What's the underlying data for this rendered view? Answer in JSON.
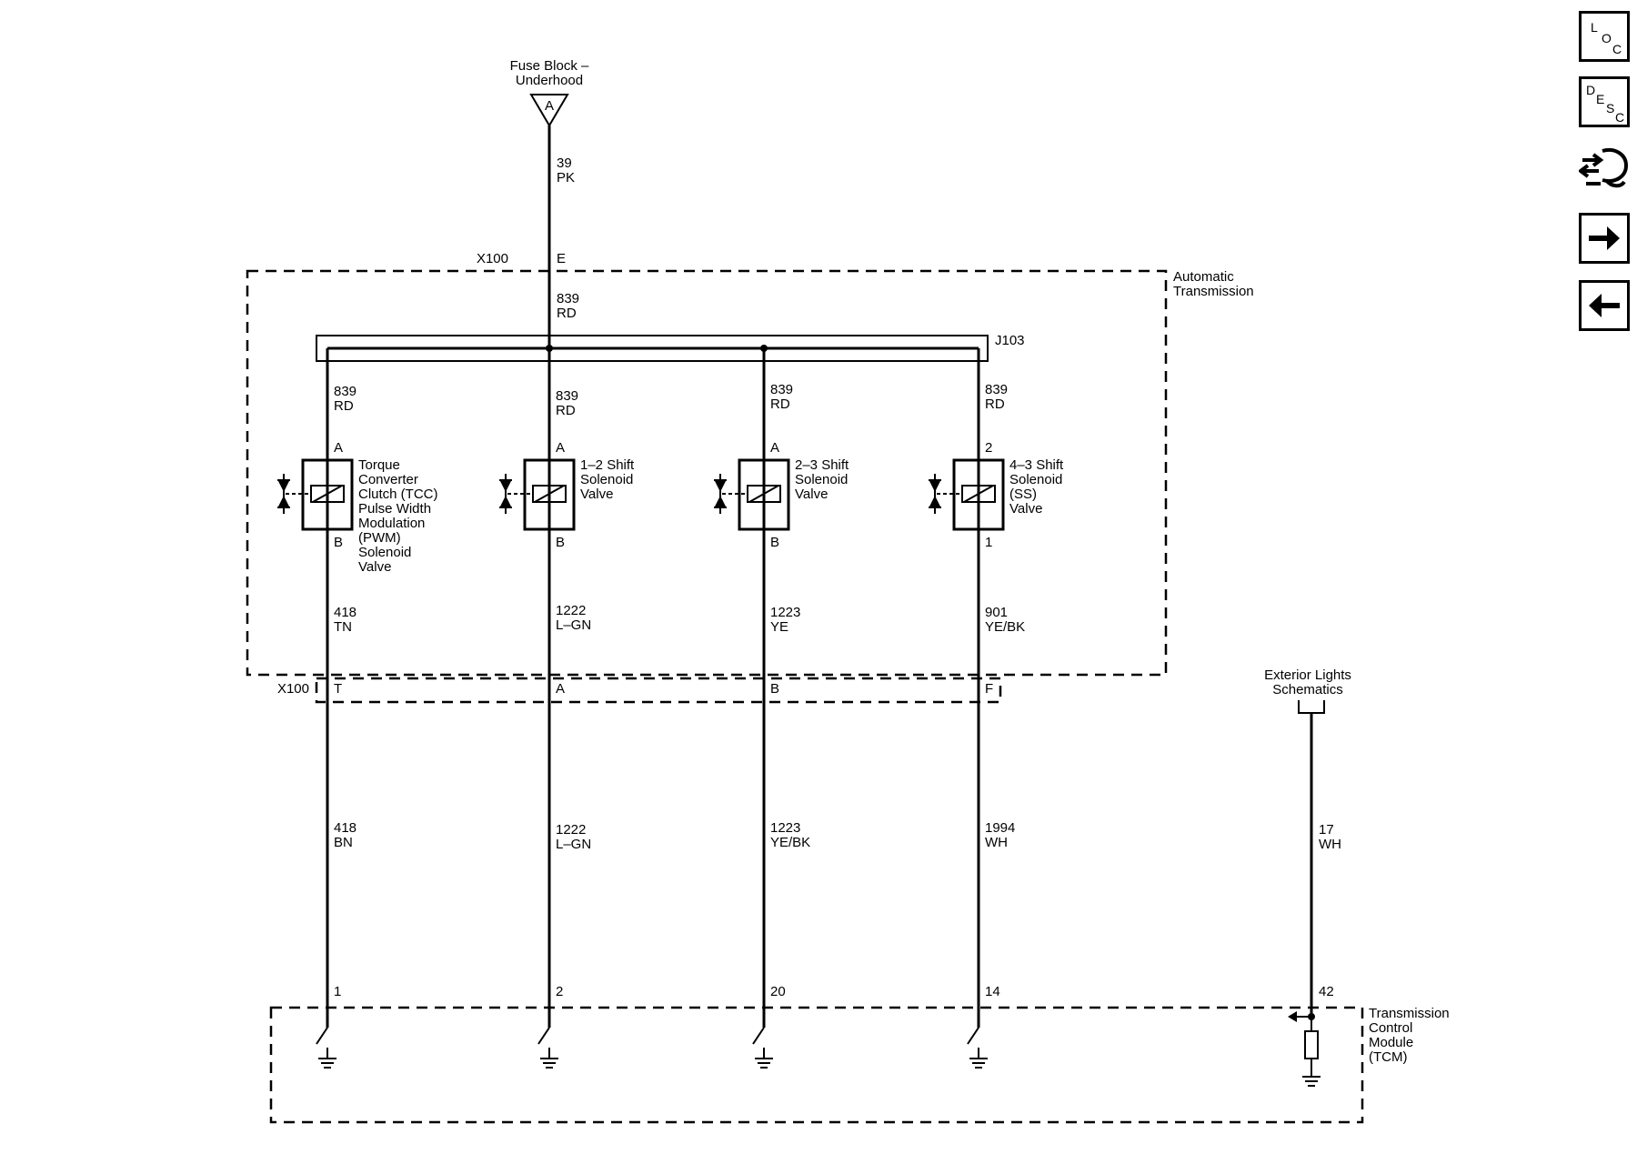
{
  "source": {
    "label_line1": "Fuse Block –",
    "label_line2": "Underhood",
    "pin": "A",
    "circuit": "39",
    "color": "PK"
  },
  "x100_top": {
    "name": "X100",
    "pin": "E"
  },
  "feed": {
    "circuit": "839",
    "color": "RD"
  },
  "splice": {
    "name": "J103"
  },
  "trans_box": {
    "line1": "Automatic",
    "line2": "Transmission"
  },
  "solenoids": [
    {
      "top_circuit": "839",
      "top_color": "RD",
      "pin_top": "A",
      "pin_bottom": "B",
      "name_lines": [
        "Torque",
        "Converter",
        "Clutch (TCC)",
        "Pulse Width",
        "Modulation",
        "(PWM)",
        "Solenoid",
        "Valve"
      ],
      "out_circuit": "418",
      "out_color": "TN",
      "x100_pin": "T",
      "harness_circuit": "418",
      "harness_color": "BN",
      "tcm_pin": "1"
    },
    {
      "top_circuit": "839",
      "top_color": "RD",
      "pin_top": "A",
      "pin_bottom": "B",
      "name_lines": [
        "1–2 Shift",
        "Solenoid",
        "Valve"
      ],
      "out_circuit": "1222",
      "out_color": "L–GN",
      "x100_pin": "A",
      "harness_circuit": "1222",
      "harness_color": "L–GN",
      "tcm_pin": "2"
    },
    {
      "top_circuit": "839",
      "top_color": "RD",
      "pin_top": "A",
      "pin_bottom": "B",
      "name_lines": [
        "2–3 Shift",
        "Solenoid",
        "Valve"
      ],
      "out_circuit": "1223",
      "out_color": "YE",
      "x100_pin": "B",
      "harness_circuit": "1223",
      "harness_color": "YE/BK",
      "tcm_pin": "20"
    },
    {
      "top_circuit": "839",
      "top_color": "RD",
      "pin_top": "2",
      "pin_bottom": "1",
      "name_lines": [
        "4–3 Shift",
        "Solenoid",
        "(SS)",
        "Valve"
      ],
      "out_circuit": "901",
      "out_color": "YE/BK",
      "x100_pin": "F",
      "harness_circuit": "1994",
      "harness_color": "WH",
      "tcm_pin": "14"
    }
  ],
  "x100_bottom": {
    "name": "X100"
  },
  "exterior": {
    "line1": "Exterior Lights",
    "line2": "Schematics",
    "circuit": "17",
    "color": "WH",
    "tcm_pin": "42"
  },
  "tcm": {
    "line1": "Transmission",
    "line2": "Control",
    "line3": "Module",
    "line4": "(TCM)"
  },
  "nav": {
    "loc": [
      "L",
      "O",
      "C"
    ],
    "desc": [
      "D",
      "E",
      "S",
      "C"
    ],
    "items": [
      "location-icon",
      "description-icon",
      "connector-icon",
      "next-arrow-icon",
      "previous-arrow-icon"
    ]
  }
}
